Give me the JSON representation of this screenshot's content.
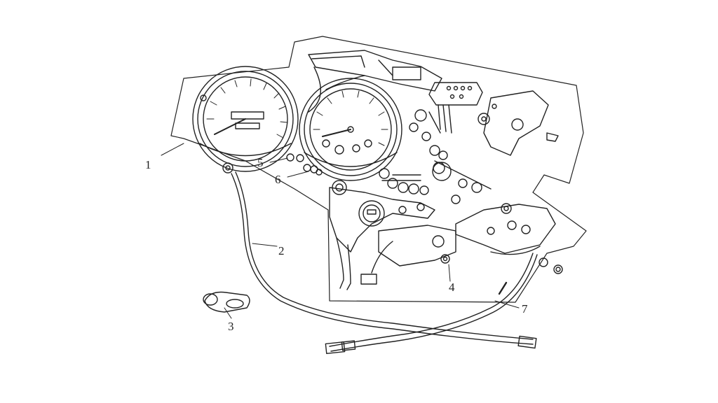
{
  "callouts": [
    {
      "id": "1",
      "label": "1"
    },
    {
      "id": "2",
      "label": "2"
    },
    {
      "id": "3",
      "label": "3"
    },
    {
      "id": "4",
      "label": "4"
    },
    {
      "id": "5",
      "label": "5"
    },
    {
      "id": "6",
      "label": "6"
    },
    {
      "id": "7",
      "label": "7"
    }
  ],
  "colors": {
    "line": "#222222",
    "background": "#ffffff"
  }
}
